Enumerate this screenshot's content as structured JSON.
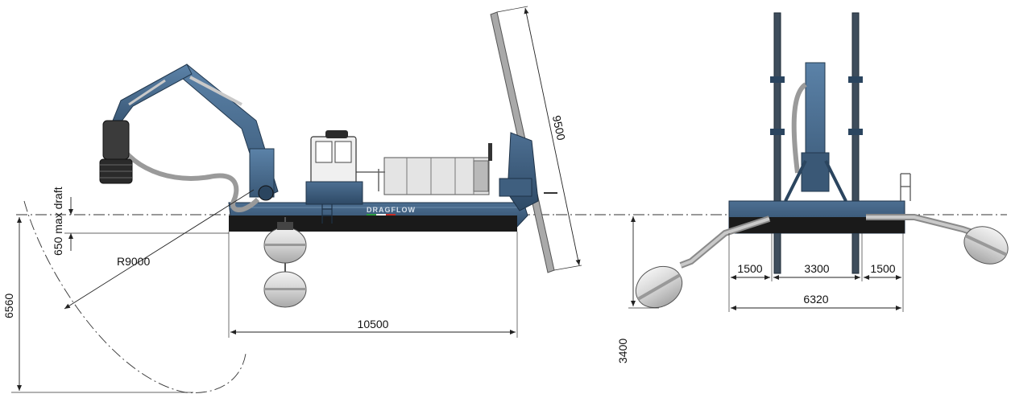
{
  "brand": {
    "hull_logo_text": "DRAGFLOW",
    "hull_color": "#3f5f7f",
    "hull_dark": "#2b455f",
    "keel_color": "#1a1a1a",
    "float_color": "#d6d6d6",
    "arm_color": "#4a6d8f"
  },
  "side_view": {
    "dimensions": {
      "spud_length": "9500",
      "max_draft": "650 max draft",
      "reach_radius": "R9000",
      "depth": "6560",
      "hull_length": "10500"
    }
  },
  "front_view": {
    "dimensions": {
      "left_offset": "1500",
      "center_width": "3300",
      "right_offset": "1500",
      "overall_width": "6320",
      "float_depth": "3400"
    }
  }
}
